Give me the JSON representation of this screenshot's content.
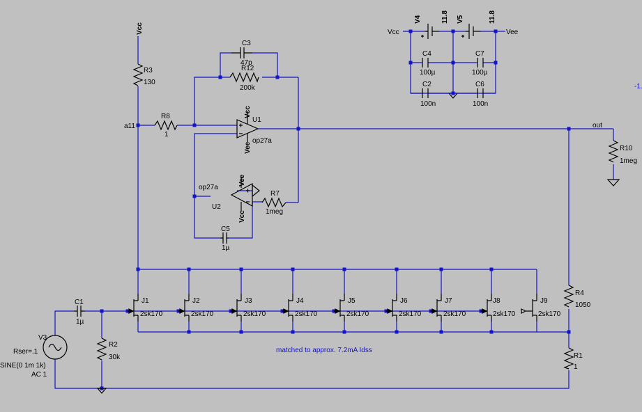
{
  "labels": {
    "vcc_top": "Vcc",
    "r3_name": "R3",
    "r3_val": "130",
    "c3_name": "C3",
    "c3_val": "47p",
    "r12_name": "R12",
    "r12_val": "200k",
    "a11": "a11",
    "r8_name": "R8",
    "r8_val": "1",
    "u1_name": "U1",
    "u1_model": "op27a",
    "u1_vcc": "Vcc",
    "u1_vee": "Vee",
    "u2_name": "U2",
    "u2_model": "op27a",
    "u2_vee": "Vee",
    "u2_vcc": "Vcc",
    "r7_name": "R7",
    "r7_val": "1meg",
    "c5_name": "C5",
    "c5_val": "1µ",
    "out": "out",
    "r10_name": "R10",
    "r10_val": "1meg",
    "r4_name": "R4",
    "r4_val": "1050",
    "r1_name": "R1",
    "r1_val": "1",
    "c1_name": "C1",
    "c1_val": "1µ",
    "r2_name": "R2",
    "r2_val": "30k",
    "v3_name": "V3",
    "v3_rser": "Rser=.1",
    "v3_sine": "SINE(0 1m 1k)",
    "v3_ac": "AC 1",
    "note": "matched to approx. 7.2mA Idss",
    "edge_text": "-1.",
    "supply": {
      "vcc": "Vcc",
      "vee": "Vee",
      "v4_name": "V4",
      "v4_val": "11.8",
      "v5_name": "V5",
      "v5_val": "11.8",
      "c4_name": "C4",
      "c4_val": "100µ",
      "c7_name": "C7",
      "c7_val": "100µ",
      "c2_name": "C2",
      "c2_val": "100n",
      "c6_name": "C6",
      "c6_val": "100n"
    }
  },
  "jfets": [
    {
      "name": "J1",
      "model": "2sk170"
    },
    {
      "name": "J2",
      "model": "2sk170"
    },
    {
      "name": "J3",
      "model": "2sk170"
    },
    {
      "name": "J4",
      "model": "2sk170"
    },
    {
      "name": "J5",
      "model": "2sk170"
    },
    {
      "name": "J6",
      "model": "2sk170"
    },
    {
      "name": "J7",
      "model": "2sk170"
    },
    {
      "name": "J8",
      "model": "2sk170"
    },
    {
      "name": "J9",
      "model": "2sk170"
    }
  ],
  "colors": {
    "background": "#c0c0c0",
    "wire": "#1414c8",
    "component": "#000000",
    "note": "#1414d0"
  }
}
